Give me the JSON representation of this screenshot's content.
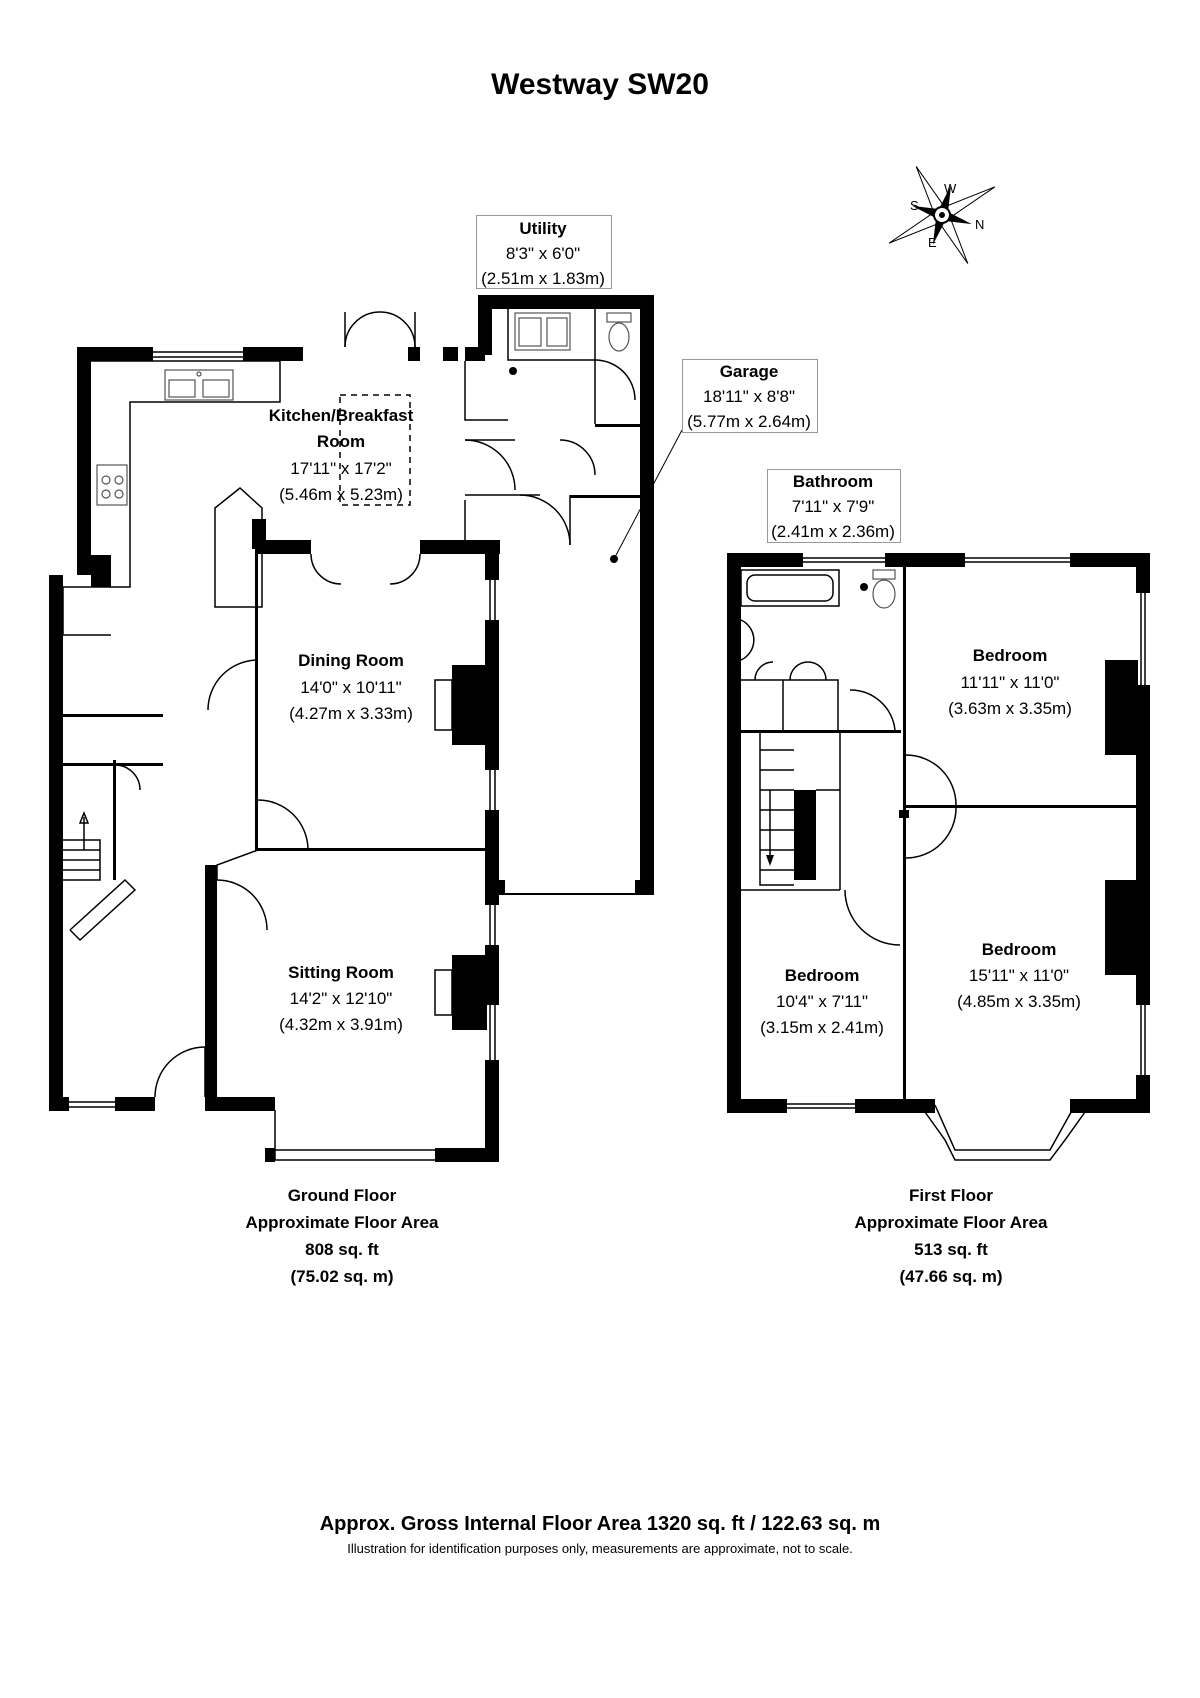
{
  "title": "Westway SW20",
  "compass": {
    "letters": [
      "W",
      "N",
      "S",
      "E"
    ]
  },
  "rooms": {
    "kitchen": {
      "name_line1": "Kitchen/Breakfast",
      "name_line2": "Room",
      "dim_imperial": "17'11\" x 17'2\"",
      "dim_metric": "(5.46m x 5.23m)"
    },
    "utility": {
      "name": "Utility",
      "dim_imperial": "8'3\" x 6'0\"",
      "dim_metric": "(2.51m x 1.83m)"
    },
    "garage": {
      "name": "Garage",
      "dim_imperial": "18'11\" x 8'8\"",
      "dim_metric": "(5.77m x 2.64m)"
    },
    "dining": {
      "name": "Dining Room",
      "dim_imperial": "14'0\" x 10'11\"",
      "dim_metric": "(4.27m x 3.33m)"
    },
    "sitting": {
      "name": "Sitting Room",
      "dim_imperial": "14'2\" x 12'10\"",
      "dim_metric": "(4.32m x 3.91m)"
    },
    "bathroom": {
      "name": "Bathroom",
      "dim_imperial": "7'11\" x 7'9\"",
      "dim_metric": "(2.41m x 2.36m)"
    },
    "bedroom1": {
      "name": "Bedroom",
      "dim_imperial": "11'11\" x 11'0\"",
      "dim_metric": "(3.63m x 3.35m)"
    },
    "bedroom2": {
      "name": "Bedroom",
      "dim_imperial": "15'11\" x 11'0\"",
      "dim_metric": "(4.85m x 3.35m)"
    },
    "bedroom3": {
      "name": "Bedroom",
      "dim_imperial": "10'4\" x 7'11\"",
      "dim_metric": "(3.15m x 2.41m)"
    }
  },
  "floors": {
    "ground": {
      "name": "Ground Floor",
      "area_label": "Approximate Floor Area",
      "area_sqft": "808 sq. ft",
      "area_sqm": "(75.02 sq. m)"
    },
    "first": {
      "name": "First Floor",
      "area_label": "Approximate Floor Area",
      "area_sqft": "513 sq. ft",
      "area_sqm": "(47.66 sq. m)"
    }
  },
  "footer": {
    "gross_area": "Approx. Gross Internal Floor Area 1320 sq. ft / 122.63 sq. m",
    "disclaimer": "Illustration for identification purposes only, measurements are approximate, not to scale."
  },
  "colors": {
    "wall": "#000000",
    "fixture": "#555555",
    "label_border": "#9a9a9a"
  }
}
